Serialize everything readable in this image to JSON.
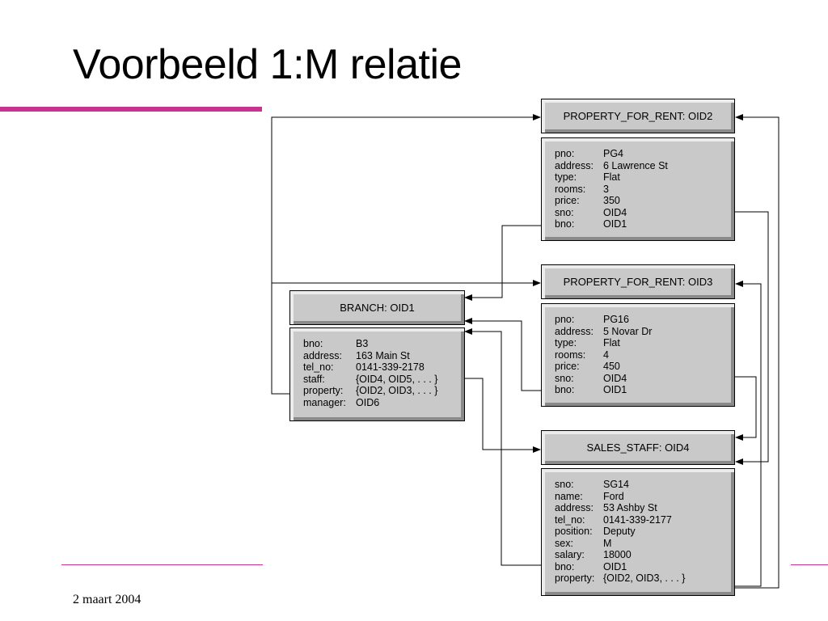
{
  "title": "Voorbeeld 1:M relatie",
  "footer": "2 maart 2004",
  "objects": {
    "p2": {
      "header": "PROPERTY_FOR_RENT: OID2",
      "attrs": [
        {
          "k": "pno:",
          "v": "PG4"
        },
        {
          "k": "address:",
          "v": "6 Lawrence St"
        },
        {
          "k": "type:",
          "v": "Flat"
        },
        {
          "k": "rooms:",
          "v": "3"
        },
        {
          "k": "price:",
          "v": "350"
        },
        {
          "k": "sno:",
          "v": "OID4"
        },
        {
          "k": "bno:",
          "v": "OID1"
        }
      ]
    },
    "p3": {
      "header": "PROPERTY_FOR_RENT: OID3",
      "attrs": [
        {
          "k": "pno:",
          "v": "PG16"
        },
        {
          "k": "address:",
          "v": "5 Novar Dr"
        },
        {
          "k": "type:",
          "v": "Flat"
        },
        {
          "k": "rooms:",
          "v": "4"
        },
        {
          "k": "price:",
          "v": "450"
        },
        {
          "k": "sno:",
          "v": "OID4"
        },
        {
          "k": "bno:",
          "v": "OID1"
        }
      ]
    },
    "branch": {
      "header": "BRANCH: OID1",
      "attrs": [
        {
          "k": "bno:",
          "v": "B3"
        },
        {
          "k": "address:",
          "v": "163 Main St"
        },
        {
          "k": "tel_no:",
          "v": "0141-339-2178"
        },
        {
          "k": "staff:",
          "v": "{OID4, OID5, . . . }"
        },
        {
          "k": "property:",
          "v": "{OID2, OID3, . . . }"
        },
        {
          "k": "manager:",
          "v": "OID6"
        }
      ]
    },
    "staff": {
      "header": "SALES_STAFF: OID4",
      "attrs": [
        {
          "k": "sno:",
          "v": "SG14"
        },
        {
          "k": "name:",
          "v": "Ford"
        },
        {
          "k": "address:",
          "v": "53 Ashby St"
        },
        {
          "k": "tel_no:",
          "v": "0141-339-2177"
        },
        {
          "k": "position:",
          "v": "Deputy"
        },
        {
          "k": "sex:",
          "v": "M"
        },
        {
          "k": "salary:",
          "v": "18000"
        },
        {
          "k": "bno:",
          "v": "OID1"
        },
        {
          "k": "property:",
          "v": "{OID2, OID3, . . . }"
        }
      ]
    }
  }
}
